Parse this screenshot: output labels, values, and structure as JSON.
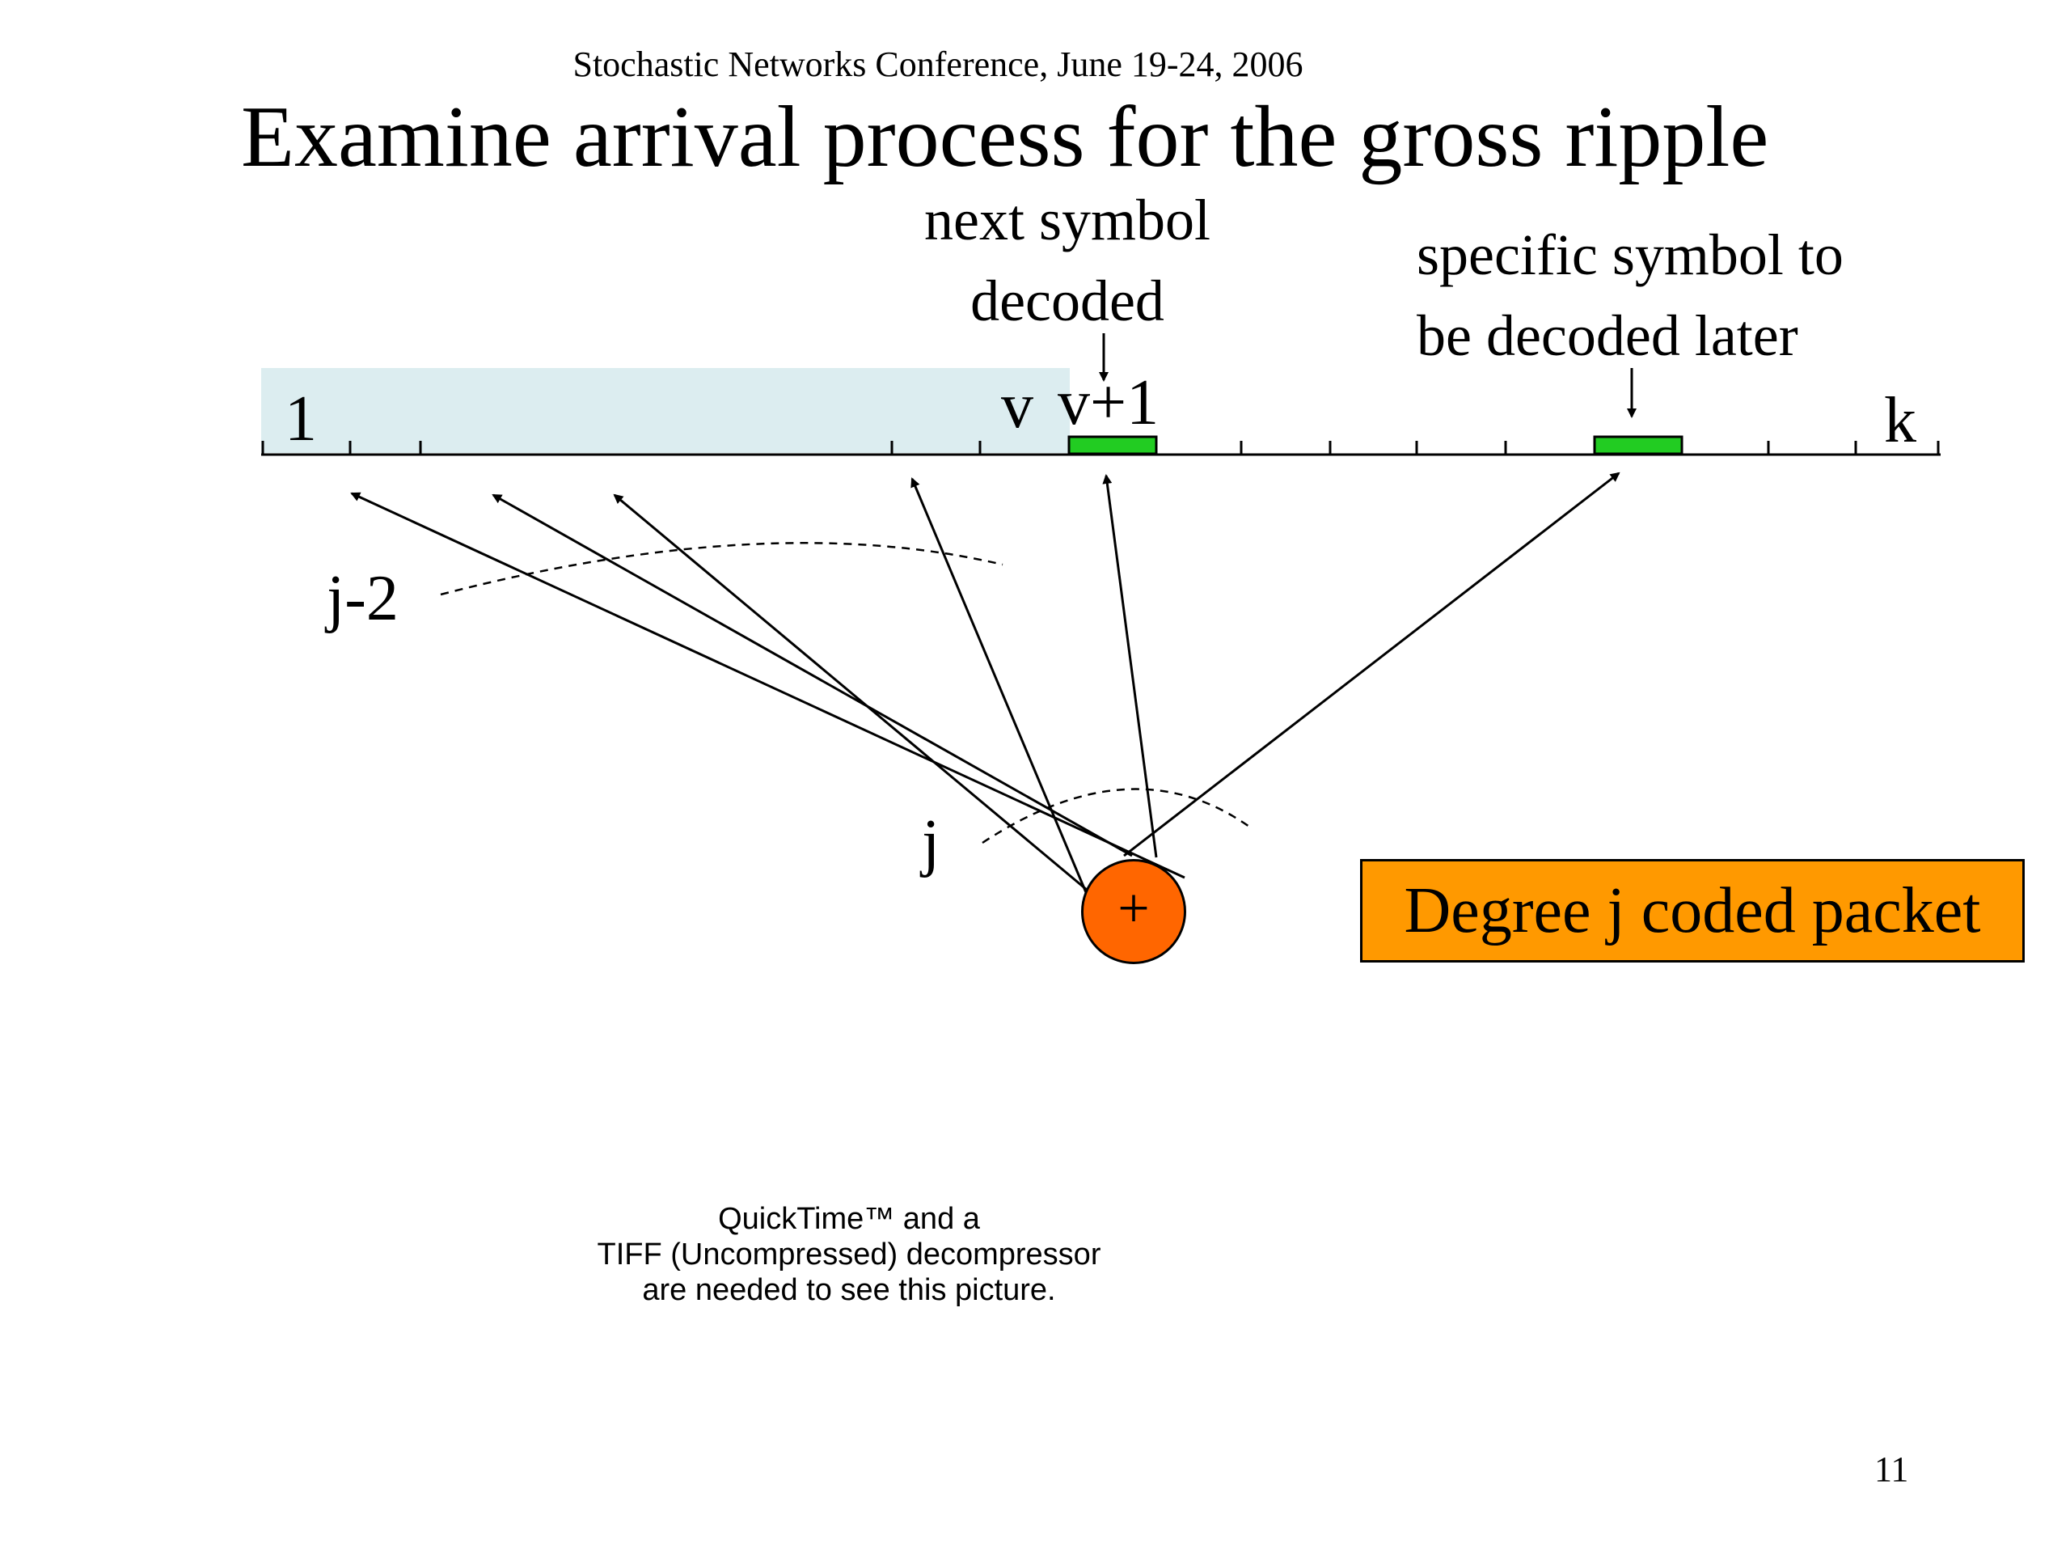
{
  "header": "Stochastic Networks Conference, June 19-24, 2006",
  "title": "Examine arrival process for the gross ripple",
  "annotations": {
    "next_symbol": [
      "next symbol",
      "decoded"
    ],
    "specific_symbol": [
      "specific symbol to",
      "be decoded later"
    ]
  },
  "axis_labels": {
    "first": "1",
    "v": "v",
    "v_plus_1": "v+1",
    "last": "k"
  },
  "edge_labels": {
    "j_minus_2": "j-2",
    "j": "j"
  },
  "node": {
    "symbol": "+"
  },
  "packet_label": "Degree j coded packet",
  "missing_picture": [
    "QuickTime™ and a",
    "TIFF (Uncompressed) decompressor",
    "are needed to see this picture."
  ],
  "page_number": "11",
  "colors": {
    "decoded_region": "#dcedf0",
    "symbol_marker": "#22cc22",
    "packet_fill": "#ff9900",
    "node_fill": "#ff6600"
  }
}
